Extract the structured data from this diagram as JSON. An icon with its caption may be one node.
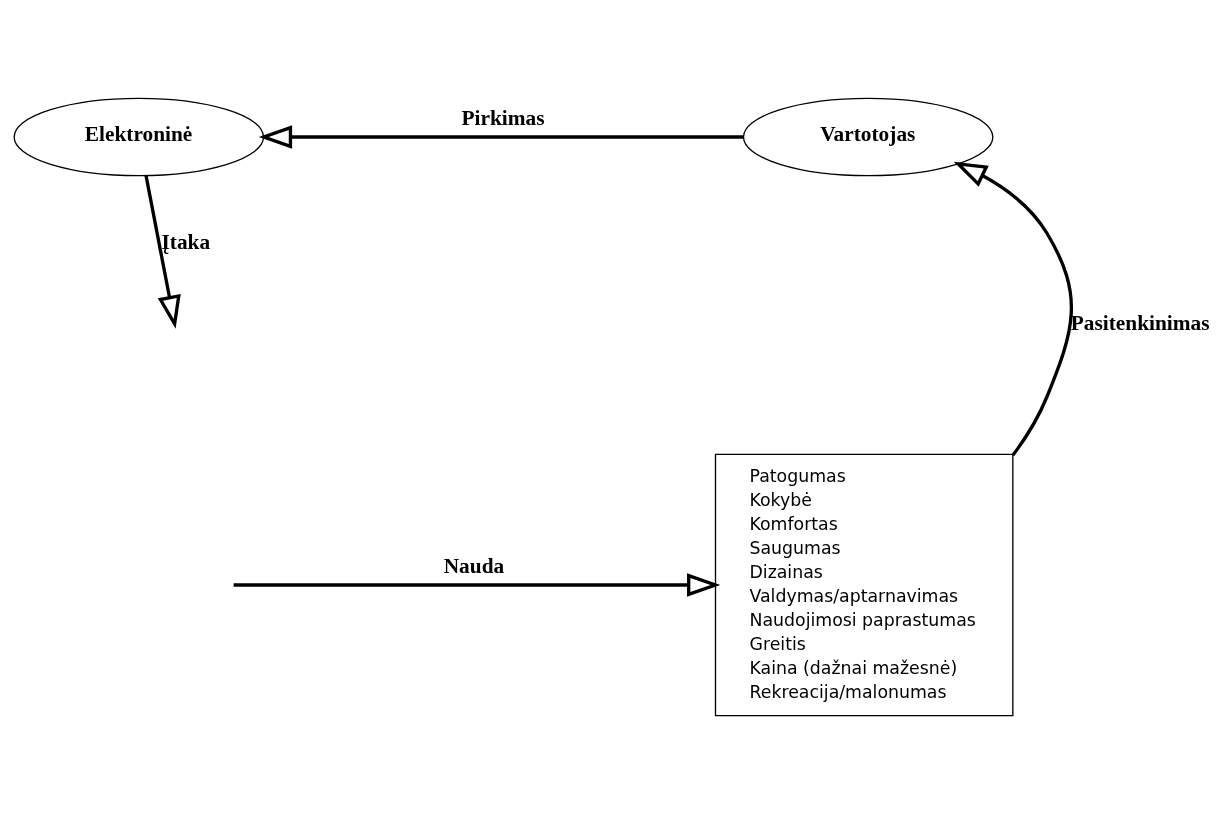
{
  "diagram": {
    "nodes": [
      {
        "text": [
          "Elektroninė"
        ]
      },
      {
        "text": [
          "Vartotojas"
        ]
      },
      {
        "text": [
          "Patogumas",
          "Kokybė",
          "Komfortas",
          "Saugumas",
          "Dizainas",
          "Valdymas/aptarnavimas",
          "Naudojimosi paprastumas",
          "Greitis",
          "Kaina (dažnai mažesnė)",
          "Rekreacija/malonumas"
        ]
      }
    ],
    "edges": [
      {
        "from": 1,
        "to": 0,
        "arrow": "to",
        "label": "Pirkimas"
      },
      {
        "from": 0,
        "to": null,
        "arrow": "to",
        "label": "Įtaka"
      },
      {
        "from": null,
        "to": 2,
        "arrow": "to",
        "label": "Nauda"
      },
      {
        "from": 2,
        "to": 1,
        "arrow": "to",
        "label": "Pasitenkinimas"
      }
    ]
  }
}
